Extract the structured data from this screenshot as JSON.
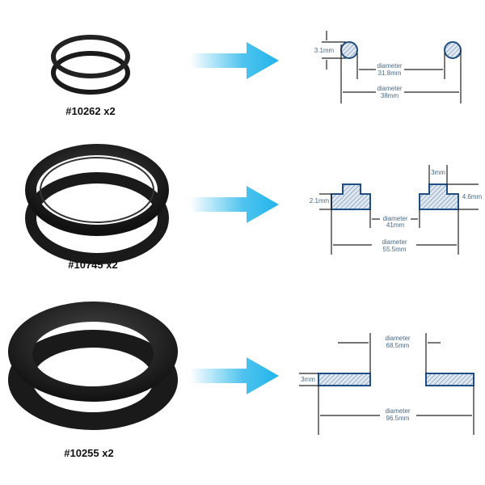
{
  "colors": {
    "arrow": "#22b4ea",
    "ring": "#1a1a1a",
    "profile_stroke": "#1f4e86",
    "dim_text": "#4a6a85"
  },
  "rows": [
    {
      "label": "#10262 x2",
      "thickness": "3.1mm",
      "inner": {
        "title": "diameter",
        "value": "31.8mm"
      },
      "outer": {
        "title": "diameter",
        "value": "38mm"
      }
    },
    {
      "label": "#10745 x2",
      "height_left": "2.1mm",
      "top_width": "3mm",
      "height_right": "4.6mm",
      "inner": {
        "title": "diameter",
        "value": "41mm"
      },
      "outer": {
        "title": "diameter",
        "value": "55.5mm"
      }
    },
    {
      "label": "#10255 x2",
      "thickness": "3mm",
      "inner": {
        "title": "diameter",
        "value": "68.5mm"
      },
      "outer": {
        "title": "diameter",
        "value": "96.5mm"
      }
    }
  ]
}
